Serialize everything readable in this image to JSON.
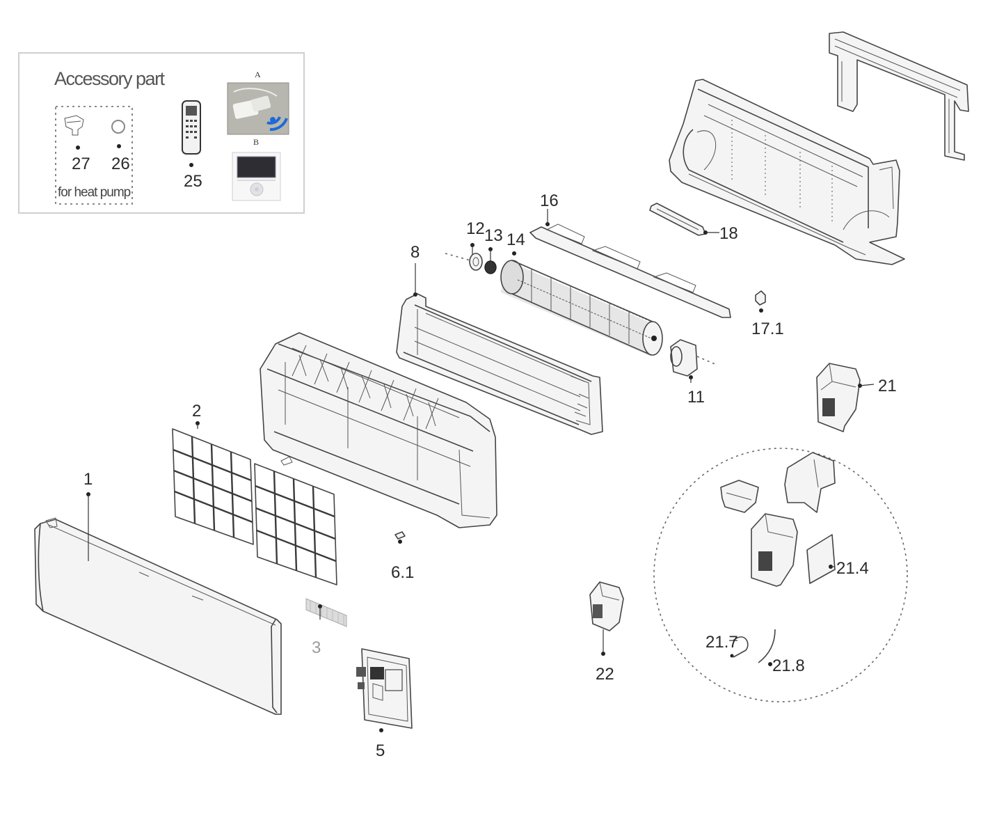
{
  "accessory": {
    "title": "Accessory part",
    "note": "for heat pump",
    "label_a": "A",
    "label_b": "B"
  },
  "labels": {
    "p1": "1",
    "p2": "2",
    "p3": "3",
    "p5": "5",
    "p6_1": "6.1",
    "p8": "8",
    "p11": "11",
    "p12": "12",
    "p13": "13",
    "p14": "14",
    "p16": "16",
    "p17_1": "17.1",
    "p18": "18",
    "p21": "21",
    "p21_4": "21.4",
    "p21_7": "21.7",
    "p21_8": "21.8",
    "p22": "22",
    "p25": "25",
    "p26": "26",
    "p27": "27"
  }
}
